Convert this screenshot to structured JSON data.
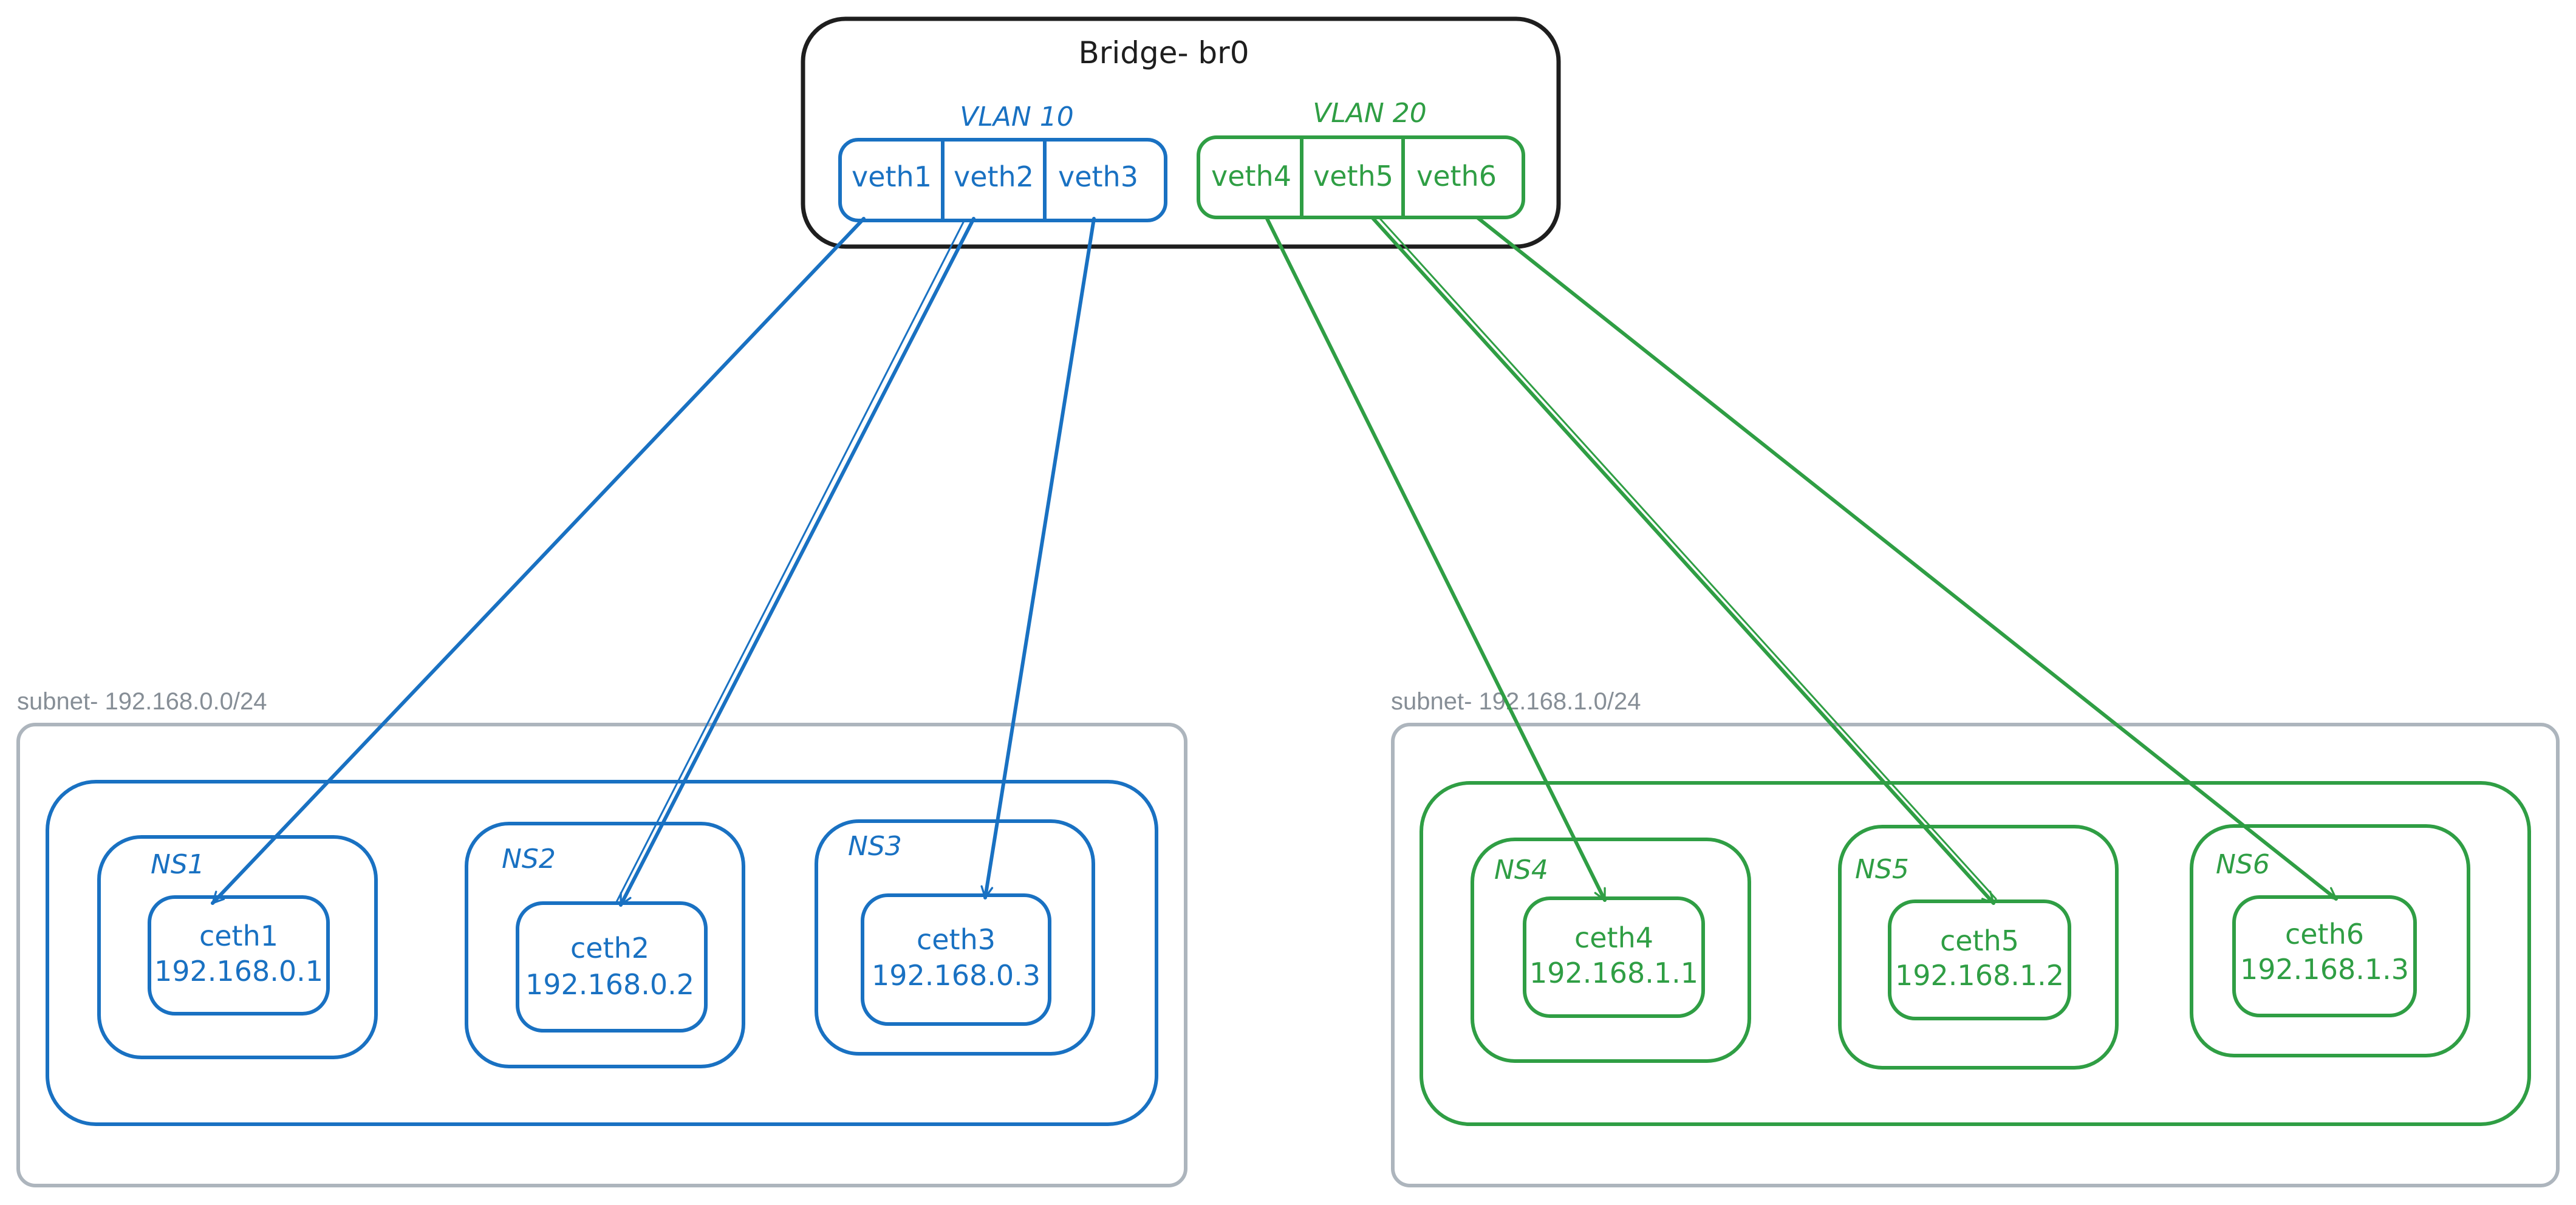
{
  "colors": {
    "vlan10": "#1971c2",
    "vlan20": "#2f9e44",
    "bridge": "#1e1e1e",
    "subnet": "#adb5bd",
    "subnet_label": "#868e96"
  },
  "bridge": {
    "title": "Bridge- br0"
  },
  "vlan10": {
    "label": "VLAN 10",
    "ports": [
      "veth1",
      "veth2",
      "veth3"
    ],
    "subnet_label": "subnet- 192.168.0.0/24",
    "namespaces": [
      {
        "name": "NS1",
        "iface": "ceth1",
        "ip": "192.168.0.1"
      },
      {
        "name": "NS2",
        "iface": "ceth2",
        "ip": "192.168.0.2"
      },
      {
        "name": "NS3",
        "iface": "ceth3",
        "ip": "192.168.0.3"
      }
    ]
  },
  "vlan20": {
    "label": "VLAN 20",
    "ports": [
      "veth4",
      "veth5",
      "veth6"
    ],
    "subnet_label": "subnet- 192.168.1.0/24",
    "namespaces": [
      {
        "name": "NS4",
        "iface": "ceth4",
        "ip": "192.168.1.1"
      },
      {
        "name": "NS5",
        "iface": "ceth5",
        "ip": "192.168.1.2"
      },
      {
        "name": "NS6",
        "iface": "ceth6",
        "ip": "192.168.1.3"
      }
    ]
  }
}
